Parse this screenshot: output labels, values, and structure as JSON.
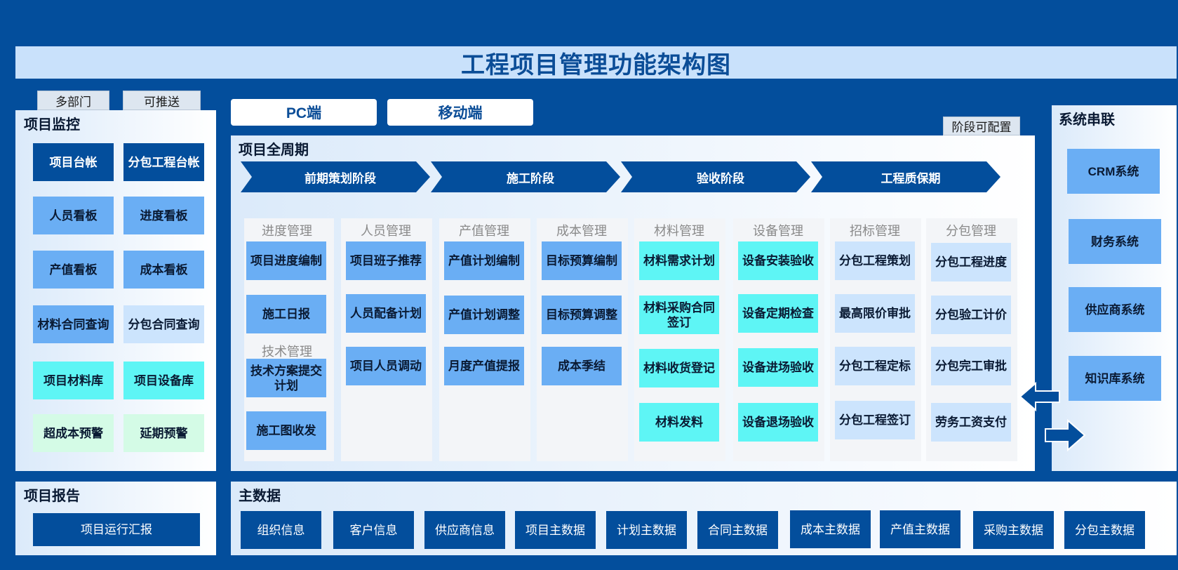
{
  "title": "工程项目管理功能架构图",
  "tabs": {
    "multi_dept": "多部门",
    "pushable": "可推送",
    "stage_config": "阶段可配置"
  },
  "platforms": {
    "pc": "PC端",
    "mobile": "移动端"
  },
  "monitor": {
    "title": "项目监控",
    "items": [
      "项目台帐",
      "分包工程台帐",
      "人员看板",
      "进度看板",
      "产值看板",
      "成本看板",
      "材料合同查询",
      "分包合同查询",
      "项目材料库",
      "项目设备库",
      "超成本预警",
      "延期预警"
    ]
  },
  "lifecycle": {
    "title": "项目全周期",
    "stages": [
      "前期策划阶段",
      "施工阶段",
      "验收阶段",
      "工程质保期"
    ],
    "columns": [
      {
        "head": "进度管理",
        "items": [
          "项目进度编制",
          "施工日报"
        ],
        "sub_head": "技术管理",
        "sub_items": [
          "技术方案提交计划",
          "施工图收发"
        ]
      },
      {
        "head": "人员管理",
        "items": [
          "项目班子推荐",
          "人员配备计划",
          "项目人员调动"
        ]
      },
      {
        "head": "产值管理",
        "items": [
          "产值计划编制",
          "产值计划调整",
          "月度产值提报"
        ]
      },
      {
        "head": "成本管理",
        "items": [
          "目标预算编制",
          "目标预算调整",
          "成本季结"
        ]
      },
      {
        "head": "材料管理",
        "items": [
          "材料需求计划",
          "材料采购合同签订",
          "材料收货登记",
          "材料发料"
        ]
      },
      {
        "head": "设备管理",
        "items": [
          "设备安装验收",
          "设备定期检查",
          "设备进场验收",
          "设备退场验收"
        ]
      },
      {
        "head": "招标管理",
        "items": [
          "分包工程策划",
          "最高限价审批",
          "分包工程定标",
          "分包工程签订"
        ]
      },
      {
        "head": "分包管理",
        "items": [
          "分包工程进度",
          "分包验工计价",
          "分包完工审批",
          "劳务工资支付"
        ]
      }
    ]
  },
  "systems": {
    "title": "系统串联",
    "items": [
      "CRM系统",
      "财务系统",
      "供应商系统",
      "知识库系统"
    ]
  },
  "report": {
    "title": "项目报告",
    "item": "项目运行汇报"
  },
  "master": {
    "title": "主数据",
    "items": [
      "组织信息",
      "客户信息",
      "供应商信息",
      "项目主数据",
      "计划主数据",
      "合同主数据",
      "成本主数据",
      "产值主数据",
      "采购主数据",
      "分包主数据"
    ]
  },
  "colors": {
    "dark": "#034e9c",
    "mid": "#6aaef4",
    "light": "#cce4fd",
    "cyan": "#5ef5f5",
    "mint": "#d4fbe6"
  }
}
